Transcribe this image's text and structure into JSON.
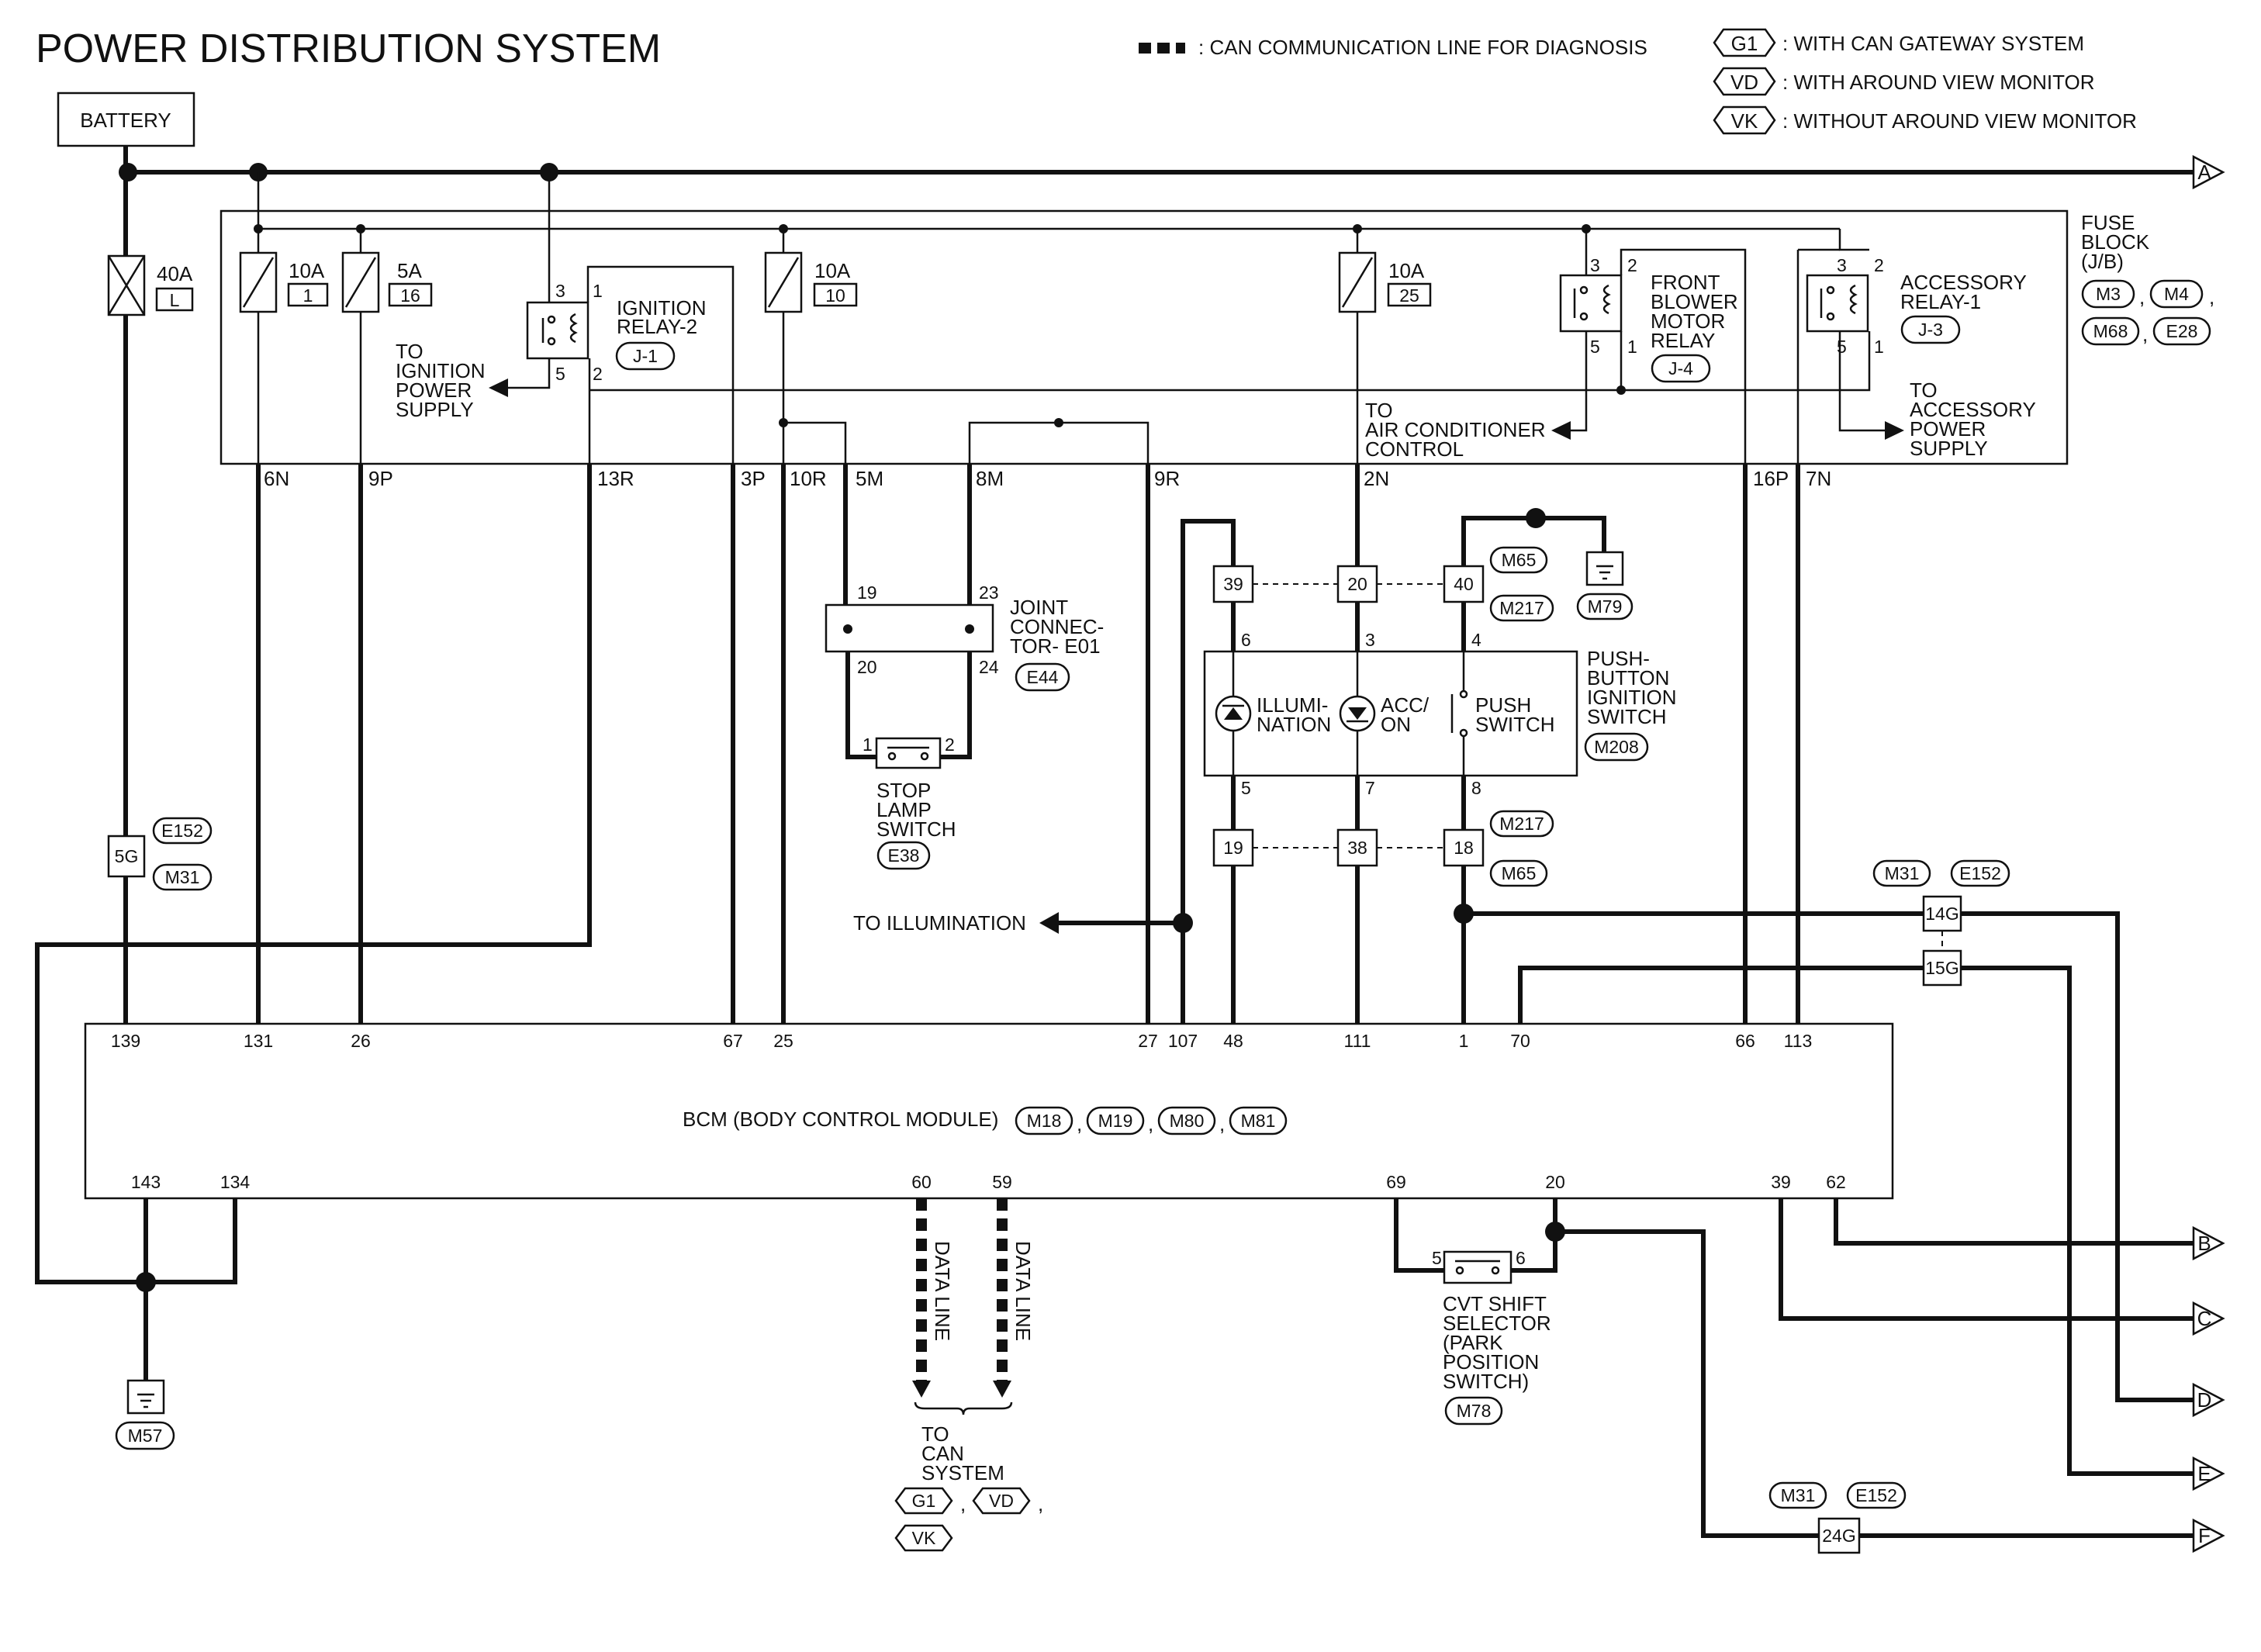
{
  "title": "POWER DISTRIBUTION SYSTEM",
  "legend": {
    "can_line": ": CAN COMMUNICATION LINE FOR DIAGNOSIS",
    "g1_tag": "G1",
    "g1_text": ": WITH CAN GATEWAY SYSTEM",
    "vd_tag": "VD",
    "vd_text": ": WITH AROUND VIEW MONITOR",
    "vk_tag": "VK",
    "vk_text": ": WITHOUT AROUND VIEW MONITOR"
  },
  "battery": "BATTERY",
  "fusible_link": {
    "rating": "40A",
    "id": "L"
  },
  "fuses": [
    {
      "rating": "10A",
      "number": "1"
    },
    {
      "rating": "5A",
      "number": "16"
    },
    {
      "rating": "10A",
      "number": "10"
    },
    {
      "rating": "10A",
      "number": "25"
    }
  ],
  "fuse_block": {
    "line1": "FUSE",
    "line2": "BLOCK",
    "line3": "(J/B)",
    "connectors": [
      "M3",
      "M4",
      "M68",
      "E28"
    ]
  },
  "ignition_relay": {
    "line1": "IGNITION",
    "line2": "RELAY-2",
    "code": "J-1",
    "pins": [
      "3",
      "1",
      "5",
      "2"
    ]
  },
  "blower_relay": {
    "line1": "FRONT",
    "line2": "BLOWER",
    "line3": "MOTOR",
    "line4": "RELAY",
    "code": "J-4",
    "pins": [
      "3",
      "2",
      "5",
      "1"
    ]
  },
  "accessory_relay": {
    "line1": "ACCESSORY",
    "line2": "RELAY-1",
    "code": "J-3",
    "pins": [
      "3",
      "2",
      "5",
      "1"
    ]
  },
  "to_ignition": [
    "TO",
    "IGNITION",
    "POWER",
    "SUPPLY"
  ],
  "to_ac": [
    "TO",
    "AIR CONDITIONER",
    "CONTROL"
  ],
  "to_accessory": [
    "TO",
    "ACCESSORY",
    "POWER",
    "SUPPLY"
  ],
  "jb_terminals": [
    "6N",
    "9P",
    "13R",
    "3P",
    "10R",
    "5M",
    "8M",
    "9R",
    "2N",
    "16P",
    "7N"
  ],
  "joint_connector": {
    "line1": "JOINT",
    "line2": "CONNEC-",
    "line3": "TOR- E01",
    "code": "E44",
    "pins": [
      "19",
      "23",
      "20",
      "24"
    ]
  },
  "stop_lamp": {
    "line1": "STOP",
    "line2": "LAMP",
    "line3": "SWITCH",
    "code": "E38",
    "pins": [
      "1",
      "2"
    ]
  },
  "push_switch_unit": {
    "line1": "PUSH-",
    "line2": "BUTTON",
    "line3": "IGNITION",
    "line4": "SWITCH",
    "code": "M208",
    "illum1": "ILLUMI-",
    "illum2": "NATION",
    "acc1": "ACC/",
    "acc2": "ON",
    "push1": "PUSH",
    "push2": "SWITCH",
    "top_pins": [
      "6",
      "3",
      "4"
    ],
    "bottom_pins": [
      "5",
      "7",
      "8"
    ]
  },
  "upper_connector": {
    "pins": [
      "39",
      "20",
      "40"
    ],
    "codes": [
      "M65",
      "M217"
    ],
    "ground": "M79"
  },
  "lower_connector": {
    "pins": [
      "19",
      "38",
      "18"
    ],
    "codes": [
      "M217",
      "M65"
    ]
  },
  "to_illumination": "TO ILLUMINATION",
  "inline_5g": {
    "pin": "5G",
    "codes": [
      "E152",
      "M31"
    ]
  },
  "inline_14g": {
    "pins": [
      "14G",
      "15G"
    ],
    "codes": [
      "M31",
      "E152"
    ]
  },
  "inline_24g": {
    "pin": "24G",
    "codes": [
      "M31",
      "E152"
    ]
  },
  "bcm": {
    "label": "BCM (BODY CONTROL MODULE)",
    "connectors": [
      "M18",
      "M19",
      "M80",
      "M81"
    ],
    "top_pins": [
      "139",
      "131",
      "26",
      "67",
      "25",
      "27",
      "107",
      "48",
      "111",
      "1",
      "70",
      "66",
      "113"
    ],
    "bottom_pins": [
      "143",
      "134",
      "60",
      "59",
      "69",
      "20",
      "39",
      "62"
    ]
  },
  "ground_bcm": "M57",
  "data_line": "DATA LINE",
  "to_can": [
    "TO",
    "CAN",
    "SYSTEM"
  ],
  "can_tags": [
    "G1",
    "VD",
    "VK"
  ],
  "cvt": {
    "line1": "CVT SHIFT",
    "line2": "SELECTOR",
    "line3": "(PARK",
    "line4": "POSITION",
    "line5": "SWITCH)",
    "code": "M78",
    "pins": [
      "5",
      "6"
    ]
  },
  "outputs": [
    "A",
    "B",
    "C",
    "D",
    "E",
    "F"
  ]
}
